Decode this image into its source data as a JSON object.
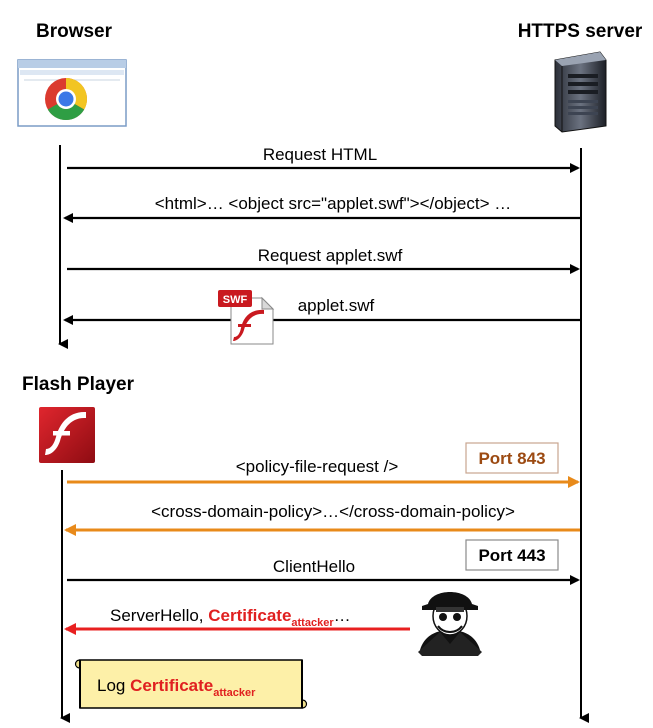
{
  "actors": {
    "browser": "Browser",
    "server": "HTTPS server",
    "flash_player": "Flash Player"
  },
  "messages": [
    {
      "text": "Request HTML",
      "direction": "right",
      "color": "#000000"
    },
    {
      "text": "<html>… <object src=\"applet.swf\"></object> …",
      "direction": "left",
      "color": "#000000"
    },
    {
      "text": "Request applet.swf",
      "direction": "right",
      "color": "#000000"
    },
    {
      "text": "applet.swf",
      "direction": "left",
      "color": "#000000"
    },
    {
      "text": "<policy-file-request />",
      "direction": "right",
      "color": "#e88a1a"
    },
    {
      "text": "<cross-domain-policy>…</cross-domain-policy>",
      "direction": "left",
      "color": "#e88a1a"
    },
    {
      "text": "ClientHello",
      "direction": "right",
      "color": "#000000"
    },
    {
      "text": "ServerHello, ",
      "direction": "left",
      "color": "#e82020"
    }
  ],
  "attacker_message": {
    "word": "Certificate",
    "subscript": "attacker",
    "suffix": "…"
  },
  "ports": {
    "policy_port": "Port 843",
    "tls_port": "Port 443"
  },
  "swf_icon_label": "SWF",
  "log_scroll": {
    "prefix": "Log ",
    "word": "Certificate",
    "subscript": "attacker"
  },
  "colors": {
    "orange": "#e88a1a",
    "red": "#e82020",
    "port843_text": "#9c4a12",
    "scroll_fill": "#fdf0a8",
    "flash_red": "#c0141b"
  },
  "icons": {
    "browser": "chrome-browser-window-icon",
    "server": "server-tower-icon",
    "swf_file": "swf-file-icon",
    "flash": "flash-player-icon",
    "attacker": "spy-attacker-icon"
  }
}
